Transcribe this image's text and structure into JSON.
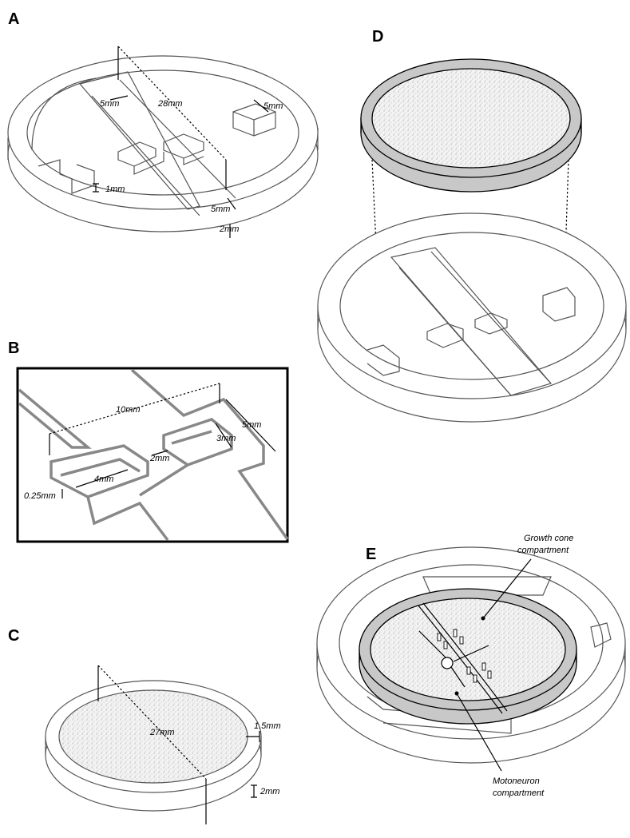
{
  "panels": {
    "a": {
      "letter": "A",
      "dims": {
        "ch_width_left": "5mm",
        "span": "28mm",
        "ch_width_right": "5mm",
        "step": "1mm",
        "ch_width_bottom": "5mm",
        "depth": "2mm"
      }
    },
    "b": {
      "letter": "B",
      "dims": {
        "span": "10mm",
        "outer": "5mm",
        "inner": "3mm",
        "gap": "2mm",
        "width": "4mm",
        "depth": "0.25mm"
      }
    },
    "c": {
      "letter": "C",
      "dims": {
        "diameter": "27mm",
        "wall": "1.5mm",
        "height": "2mm"
      }
    },
    "d": {
      "letter": "D"
    },
    "e": {
      "letter": "E",
      "labels": {
        "growth_1": "Growth cone",
        "growth_2": "compartment",
        "moto_1": "Motoneuron",
        "moto_2": "compartment"
      }
    }
  },
  "colors": {
    "ring": "#c8c8c8",
    "stipple": "#cfcfcf",
    "outline": "#555555",
    "box": "#000000",
    "inset_line": "#888888"
  }
}
